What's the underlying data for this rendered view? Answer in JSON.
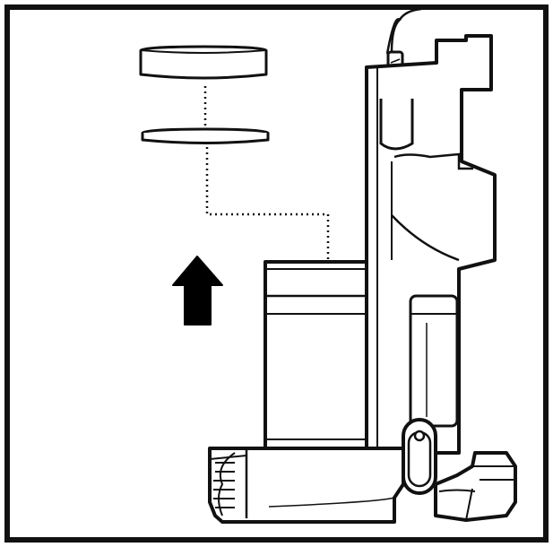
{
  "figure": {
    "labels": [],
    "colors": {
      "stroke": "#111111",
      "fill": "#ffffff",
      "shade": "#f2f2f2",
      "arrow": "#000000"
    },
    "icons": [
      "up-arrow-icon",
      "filter-disc",
      "filter-pad",
      "vacuum-base",
      "vacuum-body",
      "power-cord"
    ]
  }
}
